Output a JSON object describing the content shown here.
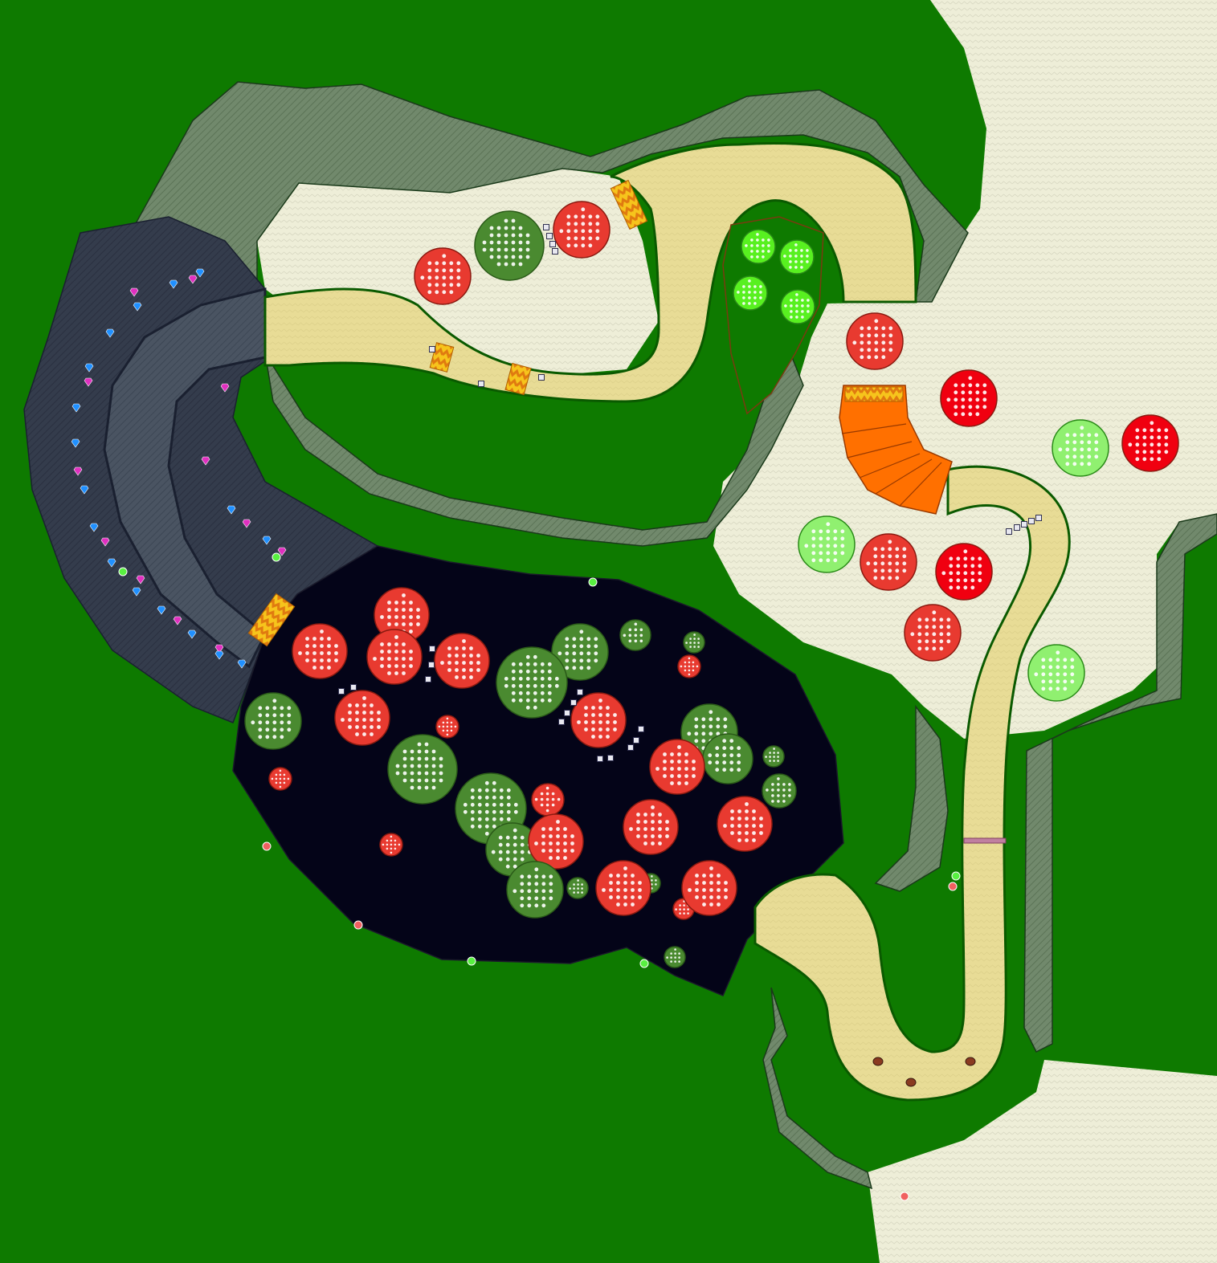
{
  "map": {
    "type": "top-down race track map",
    "colors": {
      "grass": "#0e7a00",
      "sand": "#eeeed8",
      "track": "#e8dc96",
      "cliff": "#6f8a6a",
      "darkpit": "#040418",
      "stone_track": "#343c4c",
      "stone_road": "#4c5664",
      "dash_panel": "#f2c020",
      "ramp": "#ff7000",
      "tree_red": "#e83a30",
      "tree_bright_red": "#f00010",
      "tree_green": "#4a8a30",
      "tree_lime": "#58f020",
      "tree_pale": "#90f070",
      "gem_blue": "#2090ff",
      "gem_pink": "#e030c0"
    },
    "tree_kinds": [
      "red",
      "bright-red",
      "green",
      "lime",
      "pale-green"
    ],
    "dash_panel_count": 5,
    "ramp_count": 1
  }
}
